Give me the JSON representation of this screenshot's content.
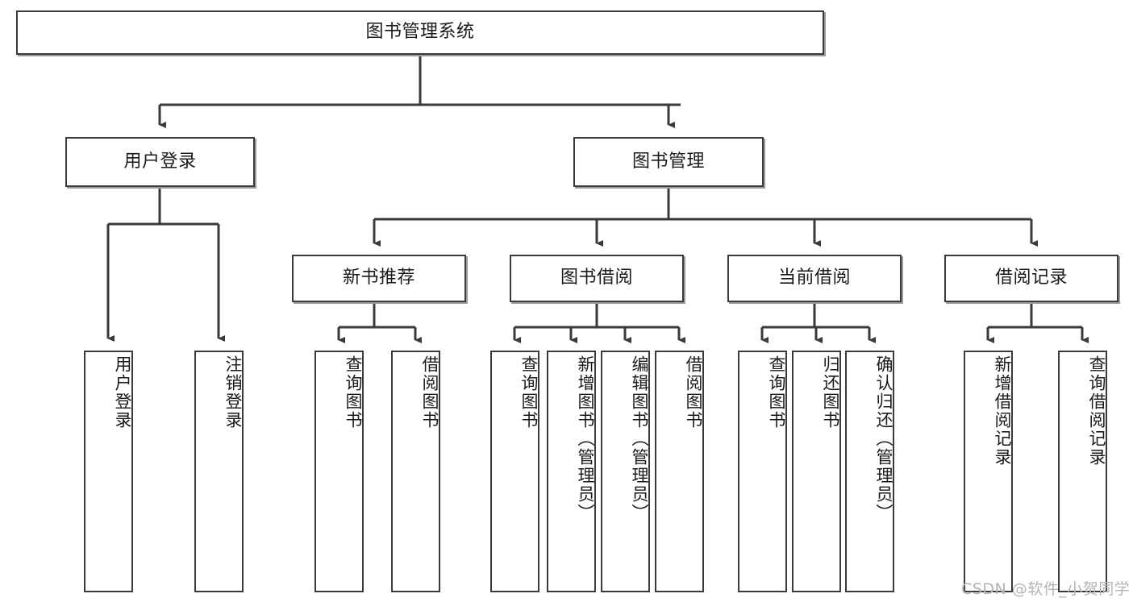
{
  "diagram": {
    "type": "hierarchy-tree",
    "title": "图书管理系统",
    "watermark": "CSDN @软件_小贺同学",
    "nodes": {
      "root": {
        "label": "图书管理系统"
      },
      "level2": [
        {
          "id": "user-login",
          "label": "用户登录"
        },
        {
          "id": "book-manage",
          "label": "图书管理"
        }
      ],
      "level3": [
        {
          "id": "new-book-rec",
          "label": "新书推荐"
        },
        {
          "id": "book-borrow",
          "label": "图书借阅"
        },
        {
          "id": "current-borrow",
          "label": "当前借阅"
        },
        {
          "id": "borrow-record",
          "label": "借阅记录"
        }
      ],
      "leaves": {
        "user-login": [
          {
            "id": "leaf-user-login",
            "label": "用户登录"
          },
          {
            "id": "leaf-logout",
            "label": "注销登录"
          }
        ],
        "new-book-rec": [
          {
            "id": "leaf-query-book-1",
            "label": "查询图书"
          },
          {
            "id": "leaf-borrow-book-1",
            "label": "借阅图书"
          }
        ],
        "book-borrow": [
          {
            "id": "leaf-query-book-2",
            "label": "查询图书"
          },
          {
            "id": "leaf-add-book",
            "label": "新增图书（管理员）"
          },
          {
            "id": "leaf-edit-book",
            "label": "编辑图书（管理员）"
          },
          {
            "id": "leaf-borrow-book-2",
            "label": "借阅图书"
          }
        ],
        "current-borrow": [
          {
            "id": "leaf-query-book-3",
            "label": "查询图书"
          },
          {
            "id": "leaf-return-book",
            "label": "归还图书"
          },
          {
            "id": "leaf-confirm-return",
            "label": "确认归还（管理员）"
          }
        ],
        "borrow-record": [
          {
            "id": "leaf-add-record",
            "label": "新增借阅记录"
          },
          {
            "id": "leaf-query-record",
            "label": "查询借阅记录"
          }
        ]
      }
    },
    "colors": {
      "stroke": "#3a3a3a",
      "fill": "#ffffff",
      "text": "#1a1a1a",
      "watermark": "#b4b4b4"
    }
  }
}
